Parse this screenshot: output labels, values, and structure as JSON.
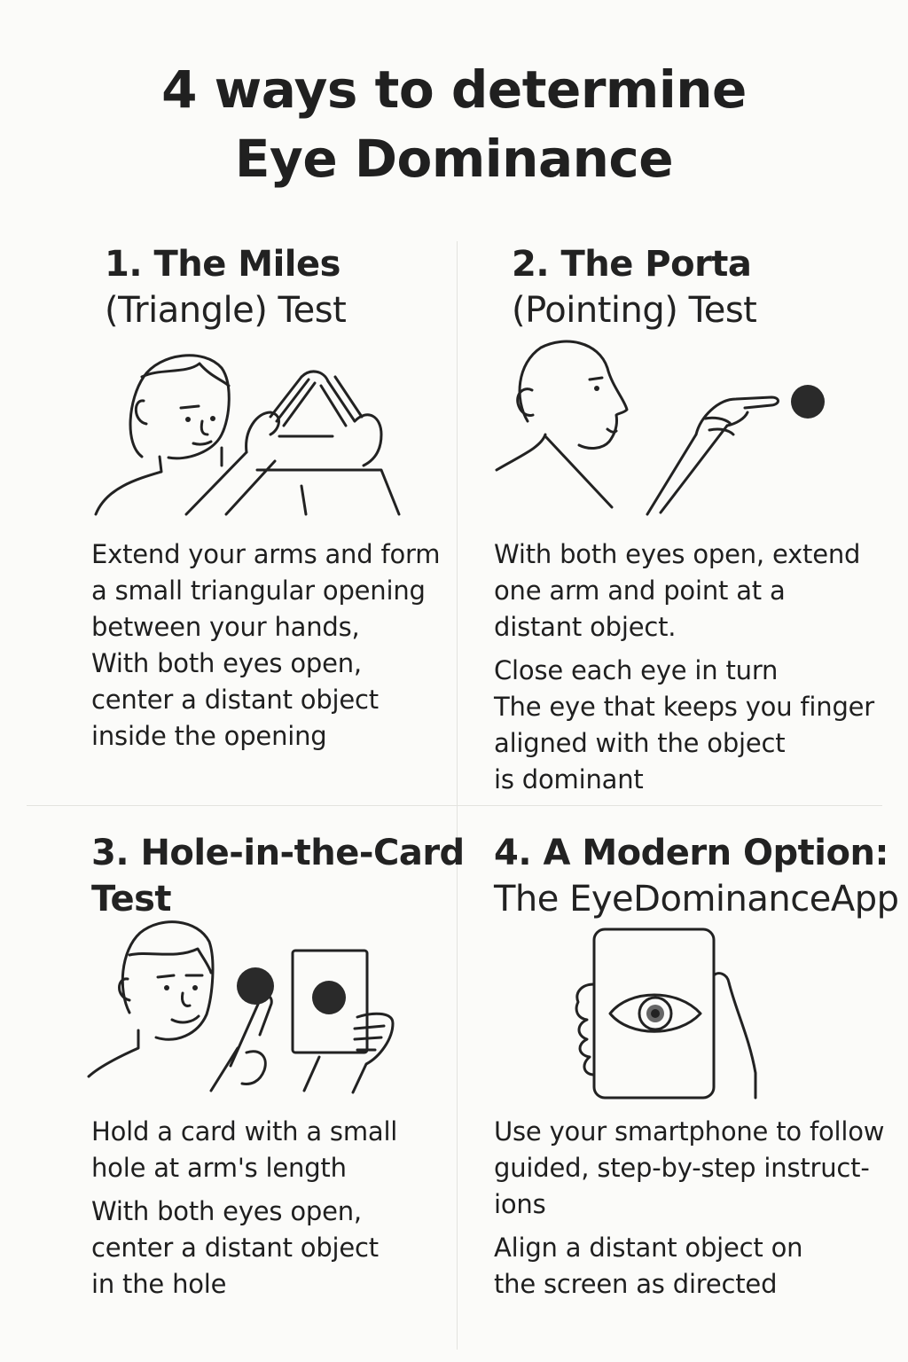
{
  "title": {
    "line1": "4 ways to determine",
    "line2": "Eye Dominance"
  },
  "cards": [
    {
      "heading_line1": "1. The Miles",
      "heading_line2": "(Triangle) Test",
      "illustration_icon": "person-triangle-hands-icon",
      "desc": [
        "Extend your arms and form",
        "a small triangular opening",
        "between your hands,",
        "With both eyes open,",
        "center a distant object",
        "inside the opening"
      ]
    },
    {
      "heading_line1": "2. The Porta",
      "heading_line2": "(Pointing) Test",
      "illustration_icon": "person-pointing-icon",
      "desc": [
        "With both eyes open, extend",
        "one arm and point at a",
        "distant object.",
        "Close each eye in turn",
        "The eye that keeps you finger",
        "aligned with the object",
        "is dominant"
      ]
    },
    {
      "heading_line1": "3. Hole-in-the-Card",
      "heading_line2": "Test",
      "illustration_icon": "person-card-hole-icon",
      "desc": [
        "Hold a card with a small",
        "hole at arm's length",
        "With both eyes open,",
        "center a distant object",
        "in the hole"
      ]
    },
    {
      "heading_line1": "4. A Modern Option:",
      "heading_line2": "The EyeDominanceApp",
      "illustration_icon": "smartphone-eye-icon",
      "desc": [
        "Use your smartphone to follow",
        "guided, step-by-step instruct-",
        "ions",
        "Align a distant object on",
        "the screen as directed"
      ]
    }
  ],
  "colors": {
    "background": "#fbfbf9",
    "ink": "#222222",
    "divider": "#e3e3df"
  }
}
